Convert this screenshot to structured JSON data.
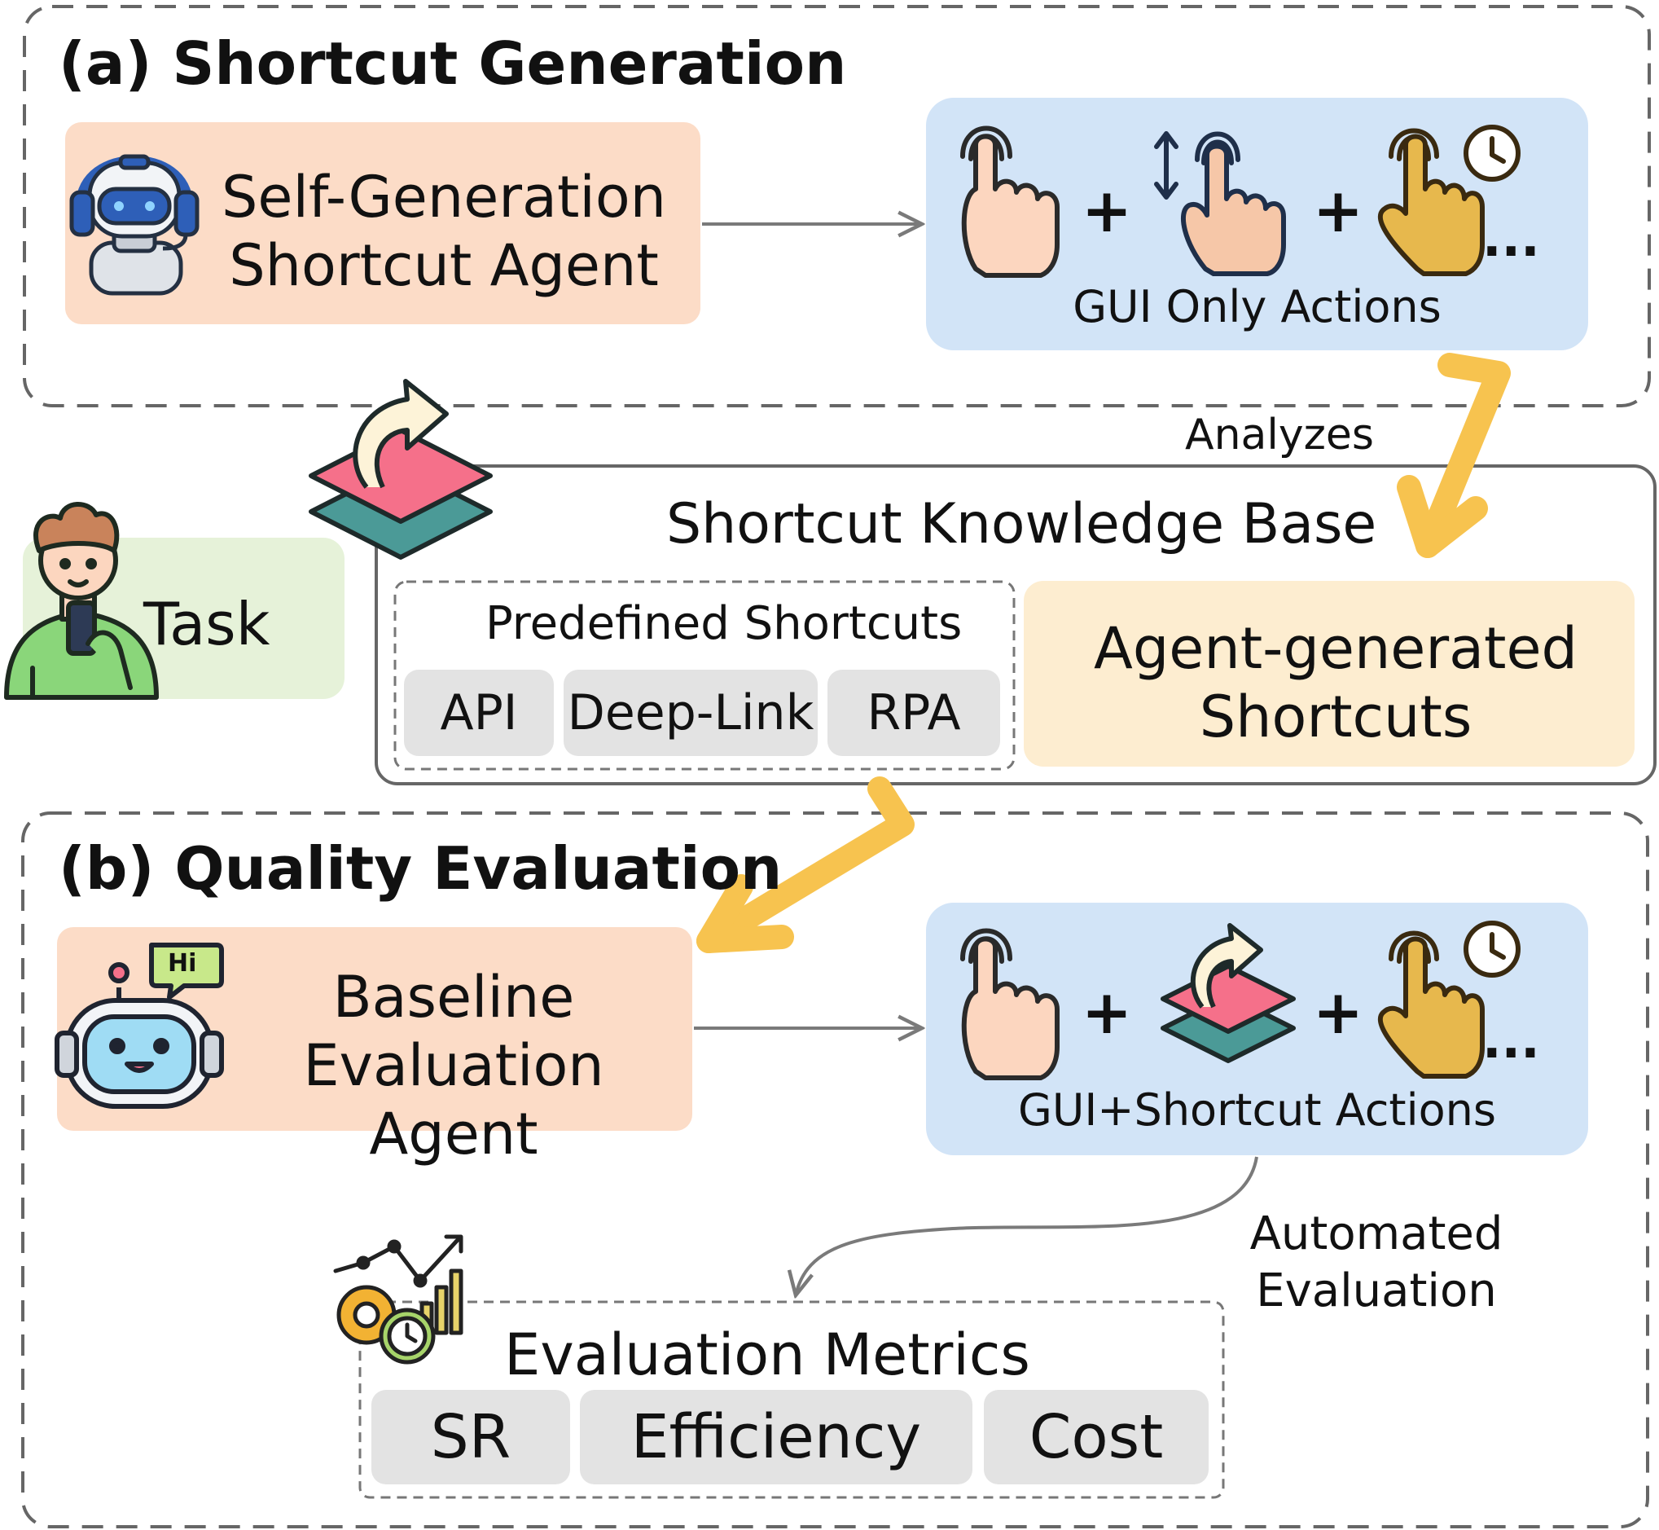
{
  "section_a": {
    "title": "(a) Shortcut Generation",
    "agent_label": "Self-Generation Shortcut Agent",
    "actions_label": "GUI Only Actions"
  },
  "analyzes_label": "Analyzes",
  "task_label": "Task",
  "knowledge_base": {
    "title": "Shortcut Knowledge Base",
    "predefined_title": "Predefined Shortcuts",
    "predefined_items": [
      "API",
      "Deep-Link",
      "RPA"
    ],
    "agent_generated": "Agent-generated Shortcuts"
  },
  "section_b": {
    "title": "(b) Quality Evaluation",
    "agent_label": "Baseline Evaluation Agent",
    "bubble_text": "Hi",
    "actions_label": "GUI+Shortcut Actions",
    "automated_label": "Automated Evaluation",
    "metrics_title": "Evaluation Metrics",
    "metrics": [
      "SR",
      "Efficiency",
      "Cost"
    ]
  },
  "plus_sign": "+",
  "ellipsis": "...",
  "colors": {
    "agent_box": "#fcdcc7",
    "actions_box": "#d2e4f7",
    "task_box": "#e6f2d9",
    "agent_generated_box": "#fdedd0",
    "chip": "#e3e3e3",
    "yellow_arrow": "#f7c34f",
    "gray_arrow": "#7a7a7a"
  }
}
